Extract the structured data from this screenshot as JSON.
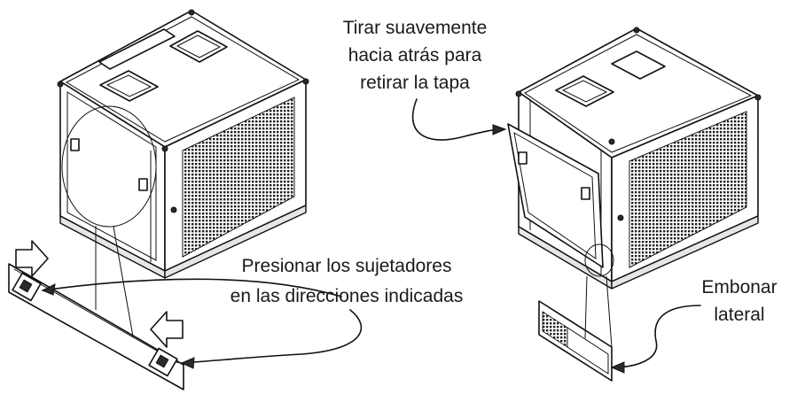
{
  "labels": {
    "pull_back": [
      "Tirar suavemente",
      "hacia atrás para",
      "retirar la tapa"
    ],
    "press_fasteners": [
      "Presionar los sujetadores",
      "en las direcciones indicadas"
    ],
    "snap_side": [
      "Embonar",
      "lateral"
    ]
  }
}
